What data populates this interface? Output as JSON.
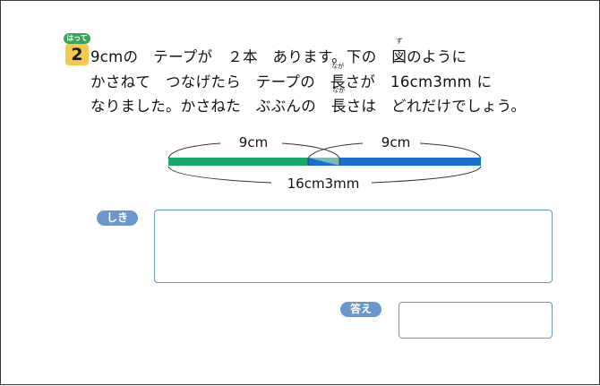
{
  "problem": {
    "label": "はってん",
    "number": "2",
    "line1_a": "9cmの　テープが　２本　あります。下の　",
    "line1_kanji": "図",
    "line1_kanji_ruby": "ず",
    "line1_b": "のように",
    "line2_a": "かさねて　つなげたら　テープの　",
    "line2_kanji": "長",
    "line2_kanji_ruby": "なが",
    "line2_b": "さが　16cm3mm に",
    "line3_a": "なりました。かさねた　ぶぶんの　",
    "line3_kanji": "長",
    "line3_kanji_ruby": "なが",
    "line3_b": "さは　どれだけでしょう。"
  },
  "diagram": {
    "tape1_label": "9cm",
    "tape2_label": "9cm",
    "total_label": "16cm3mm",
    "tape1_color": "#19a86b",
    "tape2_color": "#1a6fd1"
  },
  "answer": {
    "shiki_label": "しき",
    "kotae_label": "答え"
  }
}
